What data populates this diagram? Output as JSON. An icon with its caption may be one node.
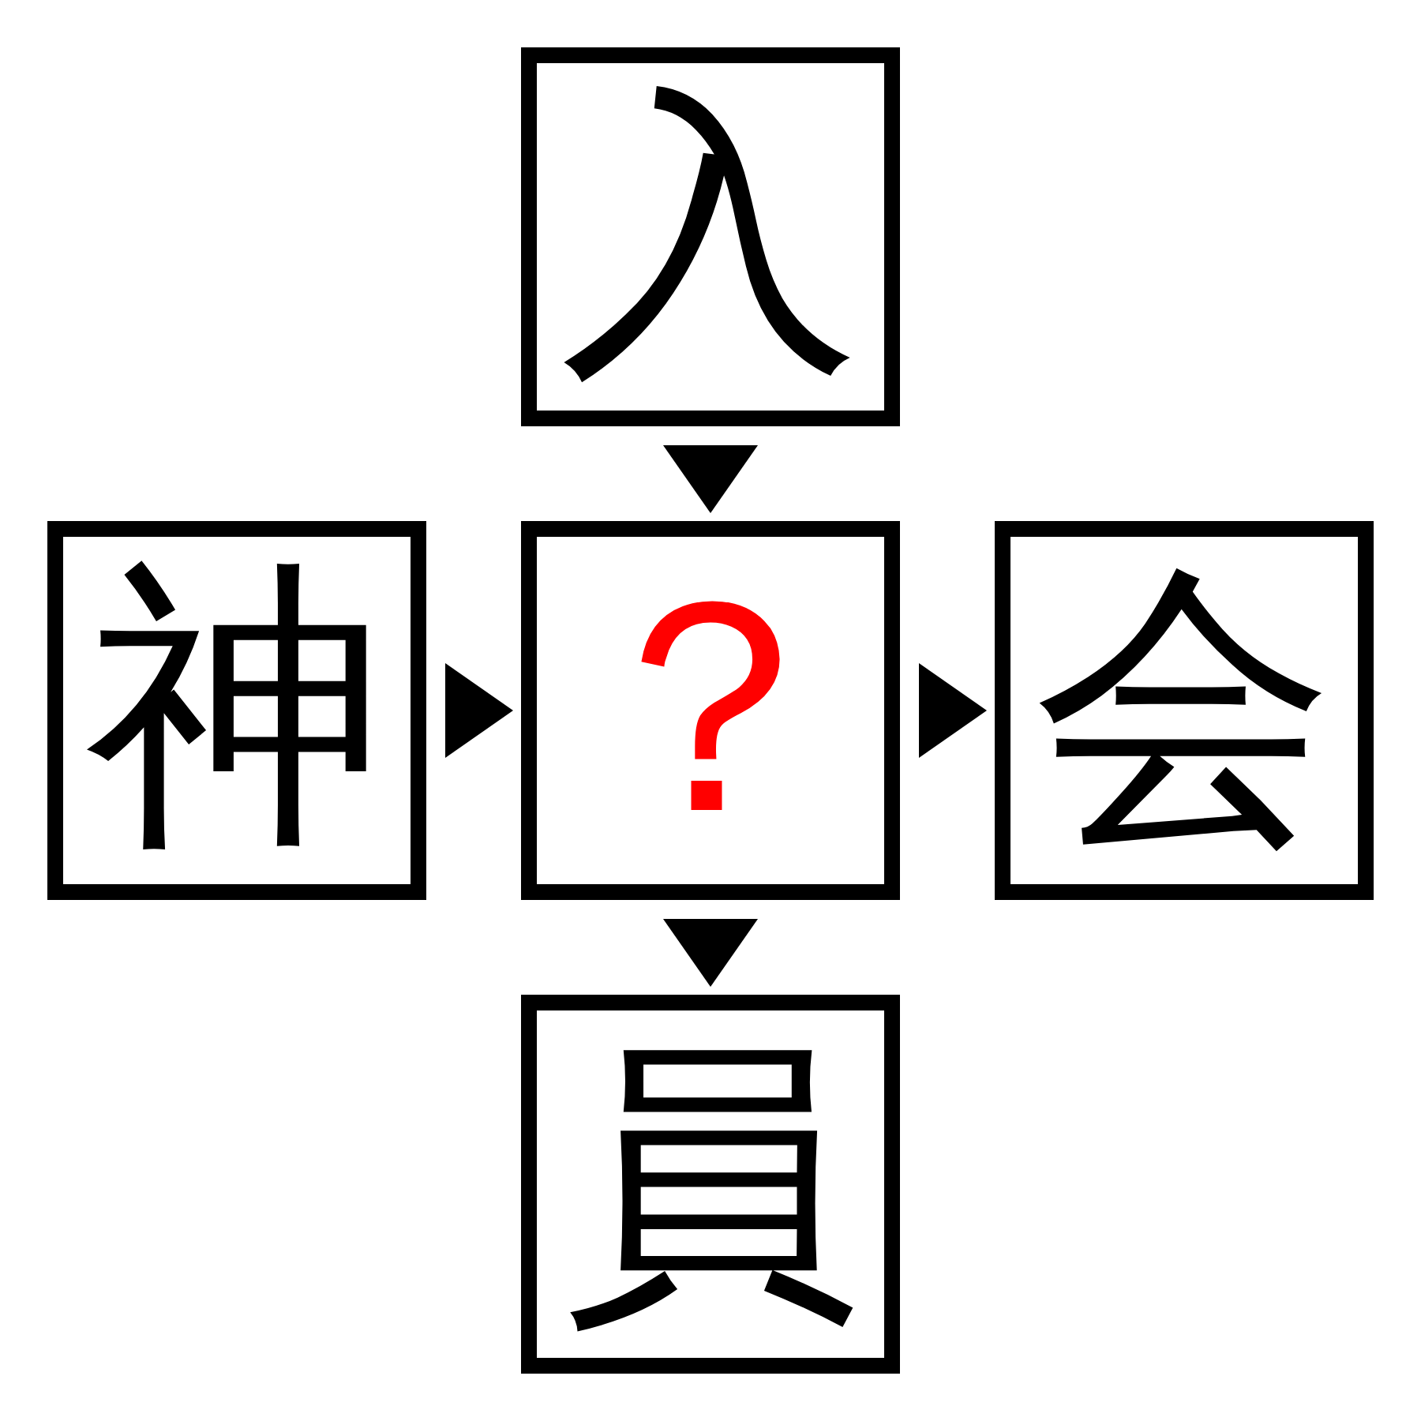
{
  "diagram": {
    "nodes": [
      {
        "text": [
          "入"
        ]
      },
      {
        "text": [
          "神"
        ]
      },
      {
        "text": [
          "？"
        ]
      },
      {
        "text": [
          "会"
        ]
      },
      {
        "text": [
          "員"
        ]
      }
    ],
    "edges": [
      {
        "from": 0,
        "to": 2,
        "arrow": "to"
      },
      {
        "from": 1,
        "to": 2,
        "arrow": "to"
      },
      {
        "from": 2,
        "to": 3,
        "arrow": "to"
      },
      {
        "from": 2,
        "to": 4,
        "arrow": "to"
      }
    ]
  }
}
